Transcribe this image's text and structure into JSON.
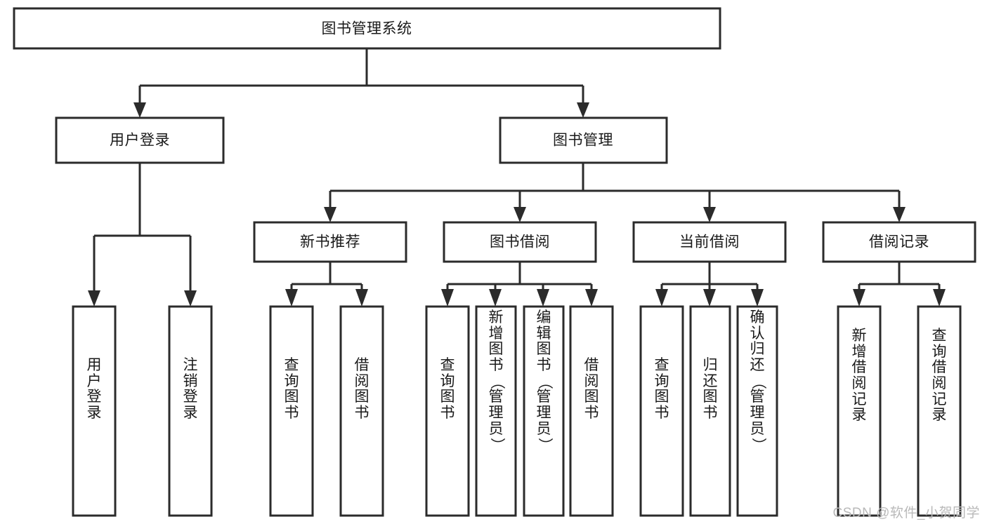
{
  "diagram": {
    "type": "tree",
    "title": "图书管理系统",
    "watermark": "CSDN @软件_小贺同学",
    "colors": {
      "stroke": "#2b2b2b",
      "fill": "#ffffff",
      "text": "#1a1a1a",
      "watermark": "#b9b9b9",
      "background": "#ffffff"
    },
    "root": {
      "id": "root",
      "label": "图书管理系统"
    },
    "level2": [
      {
        "id": "user-login",
        "label": "用户登录"
      },
      {
        "id": "book-manage",
        "label": "图书管理"
      }
    ],
    "level3": [
      {
        "id": "new-book-rec",
        "label": "新书推荐",
        "parent": "book-manage"
      },
      {
        "id": "book-borrow",
        "label": "图书借阅",
        "parent": "book-manage"
      },
      {
        "id": "current-borrow",
        "label": "当前借阅",
        "parent": "book-manage"
      },
      {
        "id": "borrow-record",
        "label": "借阅记录",
        "parent": "book-manage"
      }
    ],
    "leaves": [
      {
        "id": "leaf-user-login",
        "label": "用户登录",
        "parent": "user-login"
      },
      {
        "id": "leaf-logout",
        "label": "注销登录",
        "parent": "user-login"
      },
      {
        "id": "leaf-query-book-1",
        "label": "查询图书",
        "parent": "new-book-rec"
      },
      {
        "id": "leaf-borrow-book-1",
        "label": "借阅图书",
        "parent": "new-book-rec"
      },
      {
        "id": "leaf-query-book-2",
        "label": "查询图书",
        "parent": "book-borrow"
      },
      {
        "id": "leaf-add-book",
        "label": "新增图书（管理员）",
        "parent": "book-borrow"
      },
      {
        "id": "leaf-edit-book",
        "label": "编辑图书（管理员）",
        "parent": "book-borrow"
      },
      {
        "id": "leaf-borrow-book-2",
        "label": "借阅图书",
        "parent": "book-borrow"
      },
      {
        "id": "leaf-query-book-3",
        "label": "查询图书",
        "parent": "current-borrow"
      },
      {
        "id": "leaf-return-book",
        "label": "归还图书",
        "parent": "current-borrow"
      },
      {
        "id": "leaf-confirm-return",
        "label": "确认归还（管理员）",
        "parent": "current-borrow"
      },
      {
        "id": "leaf-add-record",
        "label": "新增借阅记录",
        "parent": "borrow-record"
      },
      {
        "id": "leaf-query-record",
        "label": "查询借阅记录",
        "parent": "borrow-record"
      }
    ]
  }
}
